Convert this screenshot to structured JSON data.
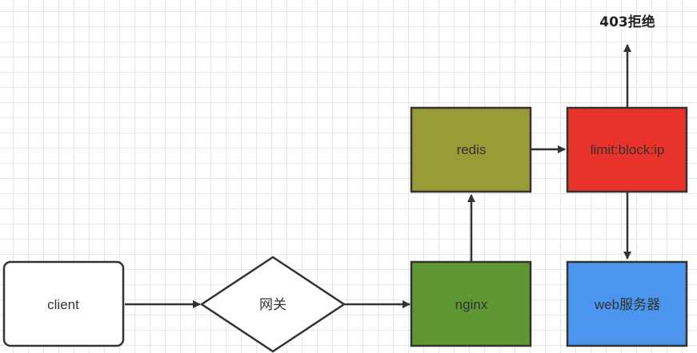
{
  "nodes": {
    "client": {
      "label": "client",
      "fill": "#ffffff"
    },
    "gateway": {
      "label": "网关",
      "fill": "#ffffff"
    },
    "nginx": {
      "label": "nginx",
      "fill": "#5f9733"
    },
    "redis": {
      "label": "redis",
      "fill": "#999b37"
    },
    "limit": {
      "label": "limit:block:ip",
      "fill": "#e8322a"
    },
    "web": {
      "label": "web服务器",
      "fill": "#4b95ee"
    }
  },
  "result": {
    "label": "403拒绝"
  },
  "colors": {
    "stroke": "#333333",
    "grid": "#e6e6e6"
  }
}
